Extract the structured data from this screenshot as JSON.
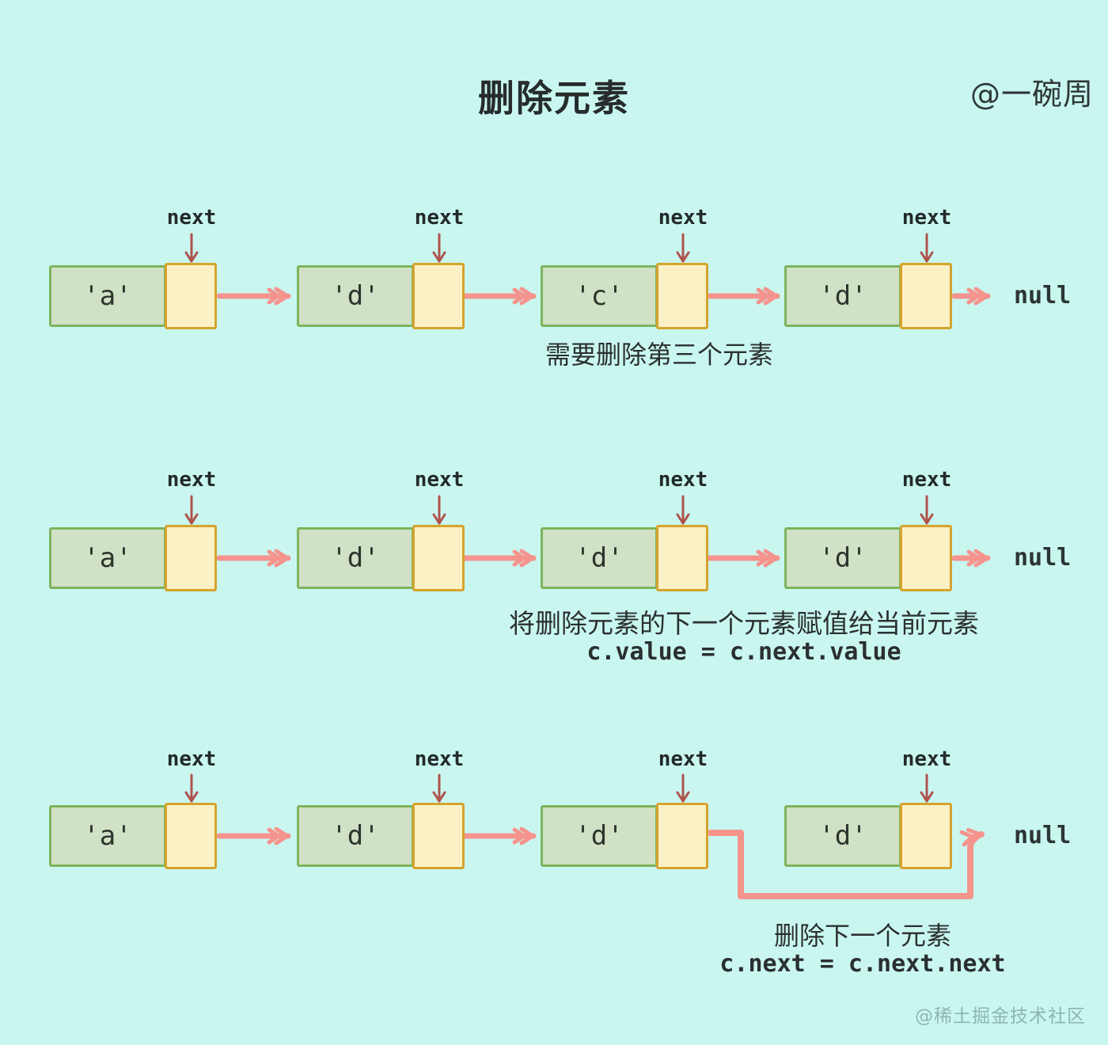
{
  "title": "删除元素",
  "author_watermark": "@一碗周",
  "community_watermark": "@稀土掘金技术社区",
  "labels": {
    "next": "next"
  },
  "colors": {
    "background": "#c9f7f0",
    "value_fill": "#d0e1c5",
    "value_border": "#7db45c",
    "pointer_fill": "#fcf0c5",
    "pointer_border": "#d5a42e",
    "link_arrow": "#f5938d",
    "next_pointer_arrow": "#b0524c",
    "text": "#2d3436"
  },
  "rows": [
    {
      "step": "before-delete",
      "nodes": [
        "'a'",
        "'d'",
        "'c'",
        "'d'"
      ],
      "terminal": "null",
      "caption_lines": [
        "需要删除第三个元素"
      ]
    },
    {
      "step": "copy-next-value",
      "nodes": [
        "'a'",
        "'d'",
        "'d'",
        "'d'"
      ],
      "terminal": "null",
      "caption_lines": [
        "将删除元素的下一个元素赋值给当前元素",
        "c.value = c.next.value"
      ]
    },
    {
      "step": "skip-next-node",
      "nodes": [
        "'a'",
        "'d'",
        "'d'",
        "'d'"
      ],
      "terminal": "null",
      "caption_lines": [
        "删除下一个元素",
        "c.next = c.next.next"
      ]
    }
  ]
}
